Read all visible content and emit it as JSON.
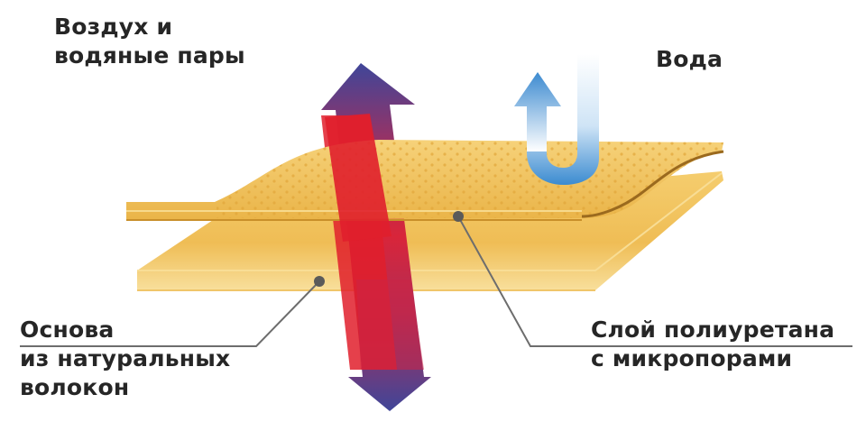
{
  "labels": {
    "air_vapor": [
      "Воздух и",
      "водяные пары"
    ],
    "water": "Вода",
    "base": [
      "Основа",
      "из натуральных",
      "волокон"
    ],
    "polyurethane": [
      "Слой полиуретана",
      "с микропорами"
    ]
  },
  "colors": {
    "base_layer": "#f1c15a",
    "base_layer_light": "#f7d57e",
    "membrane_layer": "#efbb4d",
    "membrane_edge": "#c78c22",
    "membrane_dots": "#e3a93c",
    "arrow_top": "#4a4a9c",
    "arrow_bottom": "#b8294f",
    "arrow_red": "#e01f2c",
    "water_arrow_light": "#ffffff",
    "water_arrow_blue": "#3b8bd0",
    "leader_line": "#6d6d6d",
    "marker_dot": "#5a5a5a",
    "text": "#262626"
  },
  "icons": [
    "air-vapor-arrow-icon",
    "water-repel-arrow-icon"
  ]
}
